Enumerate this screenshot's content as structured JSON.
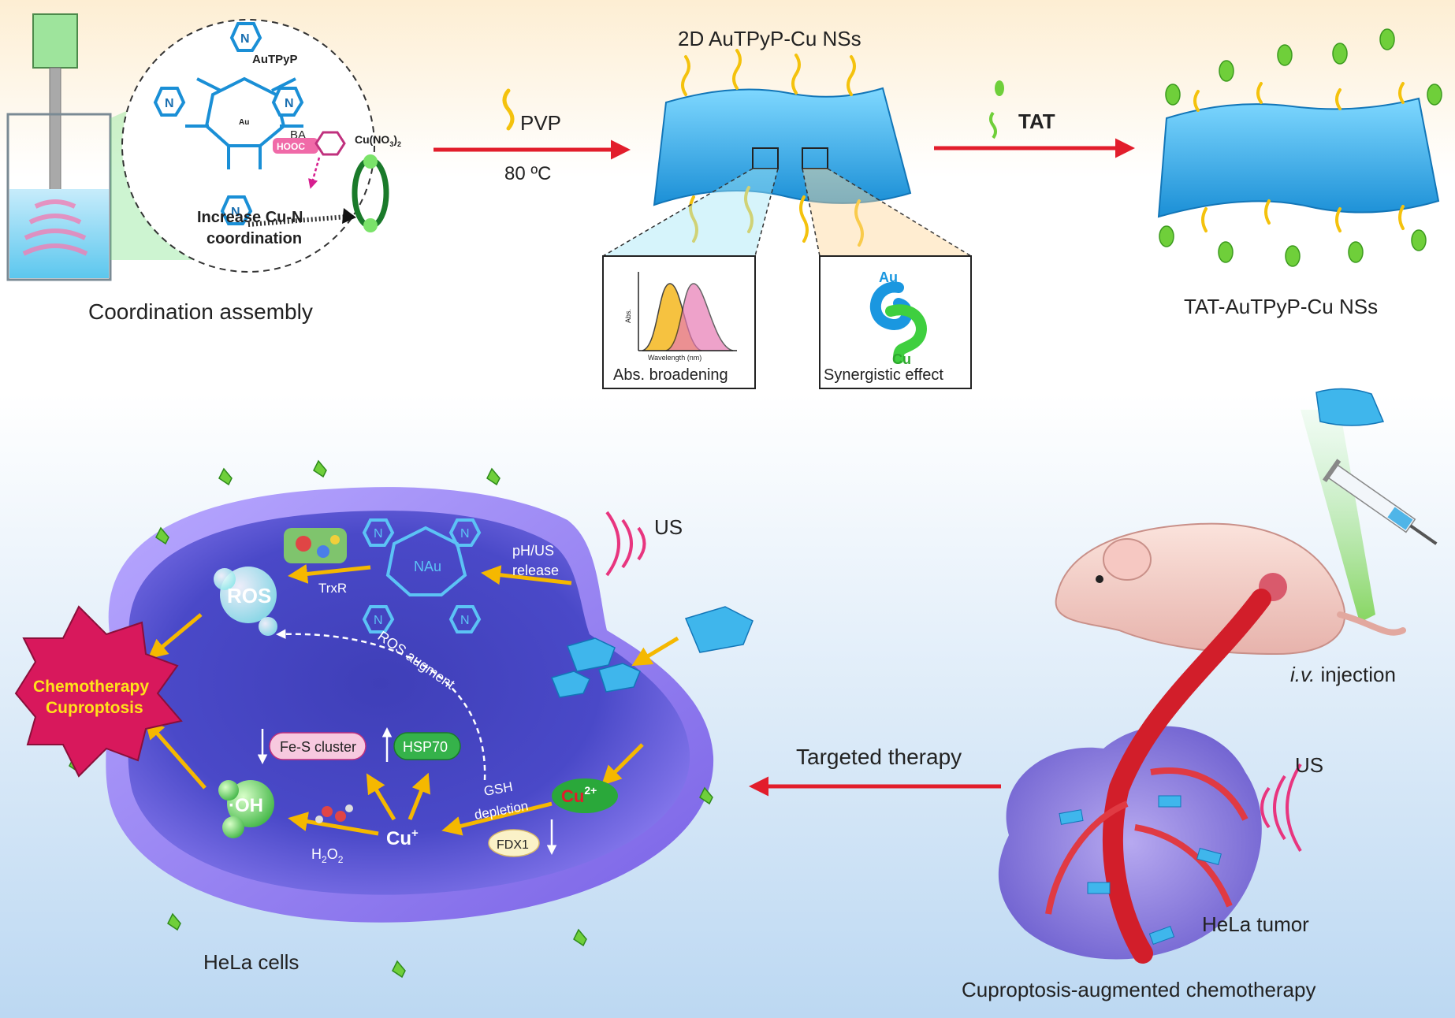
{
  "top": {
    "beaker_caption": "Coordination assembly",
    "molecule": {
      "name": "AuTPyP",
      "metal": "Au",
      "pyridine_n": "N",
      "ba_label": "BA",
      "hooc_label": "HOOC",
      "cu_label": "Cu(NO",
      "cu_sub": "3",
      "cu_tail": ")",
      "cu_sub2": "2",
      "note_line1": "Increase Cu-N",
      "note_line2": "coordination"
    },
    "step1": {
      "reagent": "PVP",
      "condition": "80 ºC"
    },
    "nanosheet_title": "2D AuTPyP-Cu NSs",
    "step2": {
      "reagent": "TAT"
    },
    "final_caption": "TAT-AuTPyP-Cu NSs",
    "abs_inset": {
      "caption": "Abs. broadening",
      "ylabel": "Abs.",
      "xlabel": "Wavelength (nm)"
    },
    "syn_inset": {
      "caption": "Synergistic effect",
      "au": "Au",
      "cu": "Cu"
    }
  },
  "bottom": {
    "cell_caption": "HeLa cells",
    "death_line1": "Chemotherapy",
    "death_line2": "Cuproptosis",
    "ros": "ROS",
    "txnr": "TrxR",
    "ph_line1": "pH/US",
    "ph_line2": "release",
    "us_cell": "US",
    "ros_augment": "ROS augment",
    "fes": "Fe-S cluster",
    "hsp70": "HSP70",
    "oh": "·OH",
    "h2o2": "H",
    "h2o2_sub": "2",
    "h2o2_o": "O",
    "h2o2_sub2": "2",
    "cu_plus": "Cu",
    "cu_plus_sup": "+",
    "cu2": "Cu",
    "cu2_sup": "2+",
    "gsh_line1": "GSH",
    "gsh_line2": "depletion",
    "fdx1": "FDX1",
    "mol_n": "N",
    "mol_center": "NAu",
    "targeted": "Targeted therapy",
    "iv_italic": "i.v.",
    "iv_rest": " injection",
    "us_tumor": "US",
    "tumor": "HeLa tumor",
    "bottom_caption": "Cuproptosis-augmented chemotherapy"
  },
  "colors": {
    "arrow_red": "#e21d2b",
    "arrow_yellow": "#f5b800",
    "nanosheet": "#3fb6ec",
    "pvp": "#f4c20d",
    "tat": "#6fcf3a",
    "cell": "#6a5ad8",
    "death_burst": "#d8185c",
    "death_text": "#ffe21a"
  }
}
